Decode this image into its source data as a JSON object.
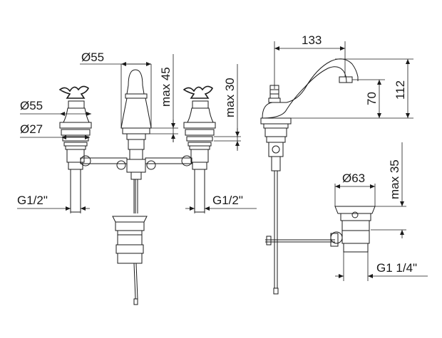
{
  "labels": {
    "d55_spout": "Ø55",
    "max45": "max 45",
    "max30": "max 30",
    "d55_handle": "Ø55",
    "d27": "Ø27",
    "g12_left": "G1/2\"",
    "g12_right": "G1/2\"",
    "w133": "133",
    "h70": "70",
    "h112": "112",
    "d63": "Ø63",
    "max35": "max 35",
    "g114": "G1 1/4\""
  }
}
